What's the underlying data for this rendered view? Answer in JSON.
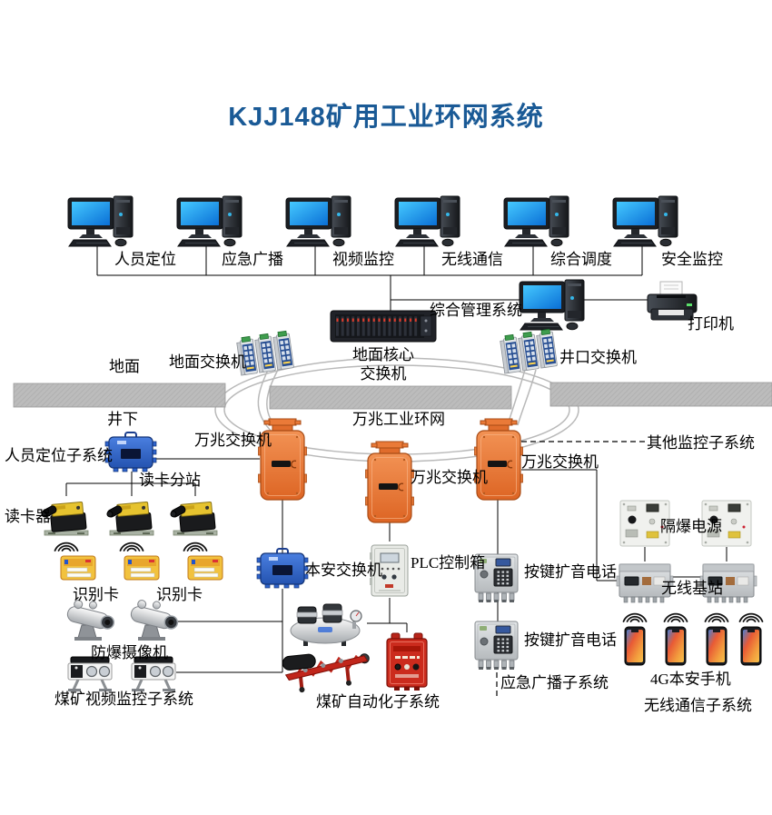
{
  "title": "KJJ148矿用工业环网系统",
  "workstations": [
    "人员定位",
    "应急广播",
    "视频监控",
    "无线通信",
    "综合调度",
    "安全监控"
  ],
  "surface": {
    "management_system": "综合管理系统",
    "printer": "打印机",
    "core_switch_line1": "地面核心",
    "core_switch_line2": "交换机",
    "ground_switch": "地面交换机",
    "wellhead_switch": "井口交换机",
    "surface_label": "地面",
    "underground_label": "井下"
  },
  "ring": {
    "label": "万兆工业环网"
  },
  "ten_gig_switches": [
    "万兆交换机",
    "万兆交换机",
    "万兆交换机"
  ],
  "other_subsystem": "其他监控子系统",
  "personnel_subsystem": {
    "system": "人员定位子系统",
    "substation": "读卡分站",
    "reader": "读卡器",
    "cards": [
      "识别卡",
      "识别卡"
    ]
  },
  "video_subsystem": {
    "camera": "防爆摄像机",
    "system": "煤矿视频监控子系统"
  },
  "automation_subsystem": {
    "safe_switch": "本安交换机",
    "plc": "PLC控制箱",
    "system": "煤矿自动化子系统"
  },
  "broadcast_subsystem": {
    "phones": [
      "按键扩音电话",
      "按键扩音电话"
    ],
    "system": "应急广播子系统"
  },
  "wireless_subsystem": {
    "power": "隔爆电源",
    "base_station": "无线基站",
    "handset": "4G本安手机",
    "system": "无线通信子系统"
  },
  "colors": {
    "title": "#1a5a96",
    "line": "#000000",
    "ring": "#b9b9b9",
    "orange_switch": "#e8763a",
    "blue_box": "#2e63cb",
    "bar": "#bcbcbc"
  }
}
